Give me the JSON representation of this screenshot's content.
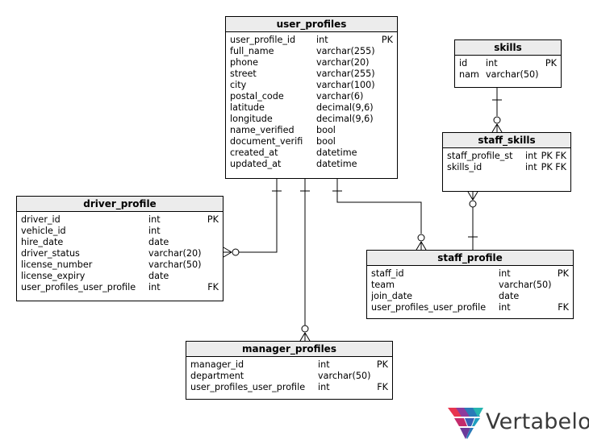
{
  "entities": {
    "user_profiles": {
      "title": "user_profiles",
      "rows": [
        {
          "name": "user_profile_id",
          "type": "int",
          "key": "PK"
        },
        {
          "name": "full_name",
          "type": "varchar(255)",
          "key": ""
        },
        {
          "name": "phone",
          "type": "varchar(20)",
          "key": ""
        },
        {
          "name": "street",
          "type": "varchar(255)",
          "key": ""
        },
        {
          "name": "city",
          "type": "varchar(100)",
          "key": ""
        },
        {
          "name": "postal_code",
          "type": "varchar(6)",
          "key": ""
        },
        {
          "name": "latitude",
          "type": "decimal(9,6)",
          "key": ""
        },
        {
          "name": "longitude",
          "type": "decimal(9,6)",
          "key": ""
        },
        {
          "name": "name_verified",
          "type": "bool",
          "key": ""
        },
        {
          "name": "document_verifi",
          "type": "bool",
          "key": ""
        },
        {
          "name": "created_at",
          "type": "datetime",
          "key": ""
        },
        {
          "name": "updated_at",
          "type": "datetime",
          "key": ""
        }
      ]
    },
    "skills": {
      "title": "skills",
      "rows": [
        {
          "name": "id",
          "type": "int",
          "key": "PK"
        },
        {
          "name": "nam",
          "type": "varchar(50)",
          "key": ""
        }
      ]
    },
    "staff_skills": {
      "title": "staff_skills",
      "rows": [
        {
          "name": "staff_profile_st",
          "type": "int",
          "key": "PK FK"
        },
        {
          "name": "skills_id",
          "type": "int",
          "key": "PK FK"
        }
      ]
    },
    "driver_profile": {
      "title": "driver_profile",
      "rows": [
        {
          "name": "driver_id",
          "type": "int",
          "key": "PK"
        },
        {
          "name": "vehicle_id",
          "type": "int",
          "key": ""
        },
        {
          "name": "hire_date",
          "type": "date",
          "key": ""
        },
        {
          "name": "driver_status",
          "type": "varchar(20)",
          "key": ""
        },
        {
          "name": "license_number",
          "type": "varchar(50)",
          "key": ""
        },
        {
          "name": "license_expiry",
          "type": "date",
          "key": ""
        },
        {
          "name": "user_profiles_user_profile",
          "type": "int",
          "key": "FK"
        }
      ]
    },
    "staff_profile": {
      "title": "staff_profile",
      "rows": [
        {
          "name": "staff_id",
          "type": "int",
          "key": "PK"
        },
        {
          "name": "team",
          "type": "varchar(50)",
          "key": ""
        },
        {
          "name": "join_date",
          "type": "date",
          "key": ""
        },
        {
          "name": "user_profiles_user_profile",
          "type": "int",
          "key": "FK"
        }
      ]
    },
    "manager_profiles": {
      "title": "manager_profiles",
      "rows": [
        {
          "name": "manager_id",
          "type": "int",
          "key": "PK"
        },
        {
          "name": "department",
          "type": "varchar(50)",
          "key": ""
        },
        {
          "name": "user_profiles_user_profile",
          "type": "int",
          "key": "FK"
        }
      ]
    }
  },
  "logo": {
    "text": "Vertabelo",
    "colors": [
      "#e8354f",
      "#8e3a9d",
      "#2a7ab8",
      "#26b5b0",
      "#f29b2f"
    ]
  }
}
